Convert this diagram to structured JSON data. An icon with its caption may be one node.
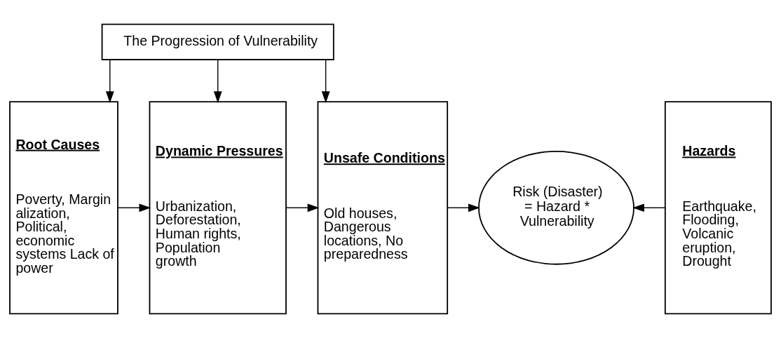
{
  "diagram": {
    "nodes": [
      {
        "text": [
          "The Progression of Vulnerability"
        ]
      },
      {
        "text": [
          "Root Causes",
          "Poverty, Marginalization, Political, economic systems Lack of power"
        ]
      },
      {
        "text": [
          "Dynamic Pressures",
          "Urbanization, Deforestation, Human rights, Population growth"
        ]
      },
      {
        "text": [
          "Unsafe Conditions",
          "Old houses, Dangerous locations, No preparedness"
        ]
      },
      {
        "text": [
          "Risk (Disaster) = Hazard * Vulnerability"
        ]
      },
      {
        "text": [
          "Hazards",
          "Earthquake, Flooding, Volcanic eruption, Drought"
        ]
      }
    ],
    "edges": [
      {
        "from": 0,
        "to": 1,
        "arrow": "to"
      },
      {
        "from": 0,
        "to": 2,
        "arrow": "to"
      },
      {
        "from": 0,
        "to": 3,
        "arrow": "to"
      },
      {
        "from": 1,
        "to": 2,
        "arrow": "to"
      },
      {
        "from": 2,
        "to": 3,
        "arrow": "to"
      },
      {
        "from": 3,
        "to": 4,
        "arrow": "to"
      },
      {
        "from": 5,
        "to": 4,
        "arrow": "to"
      }
    ]
  }
}
